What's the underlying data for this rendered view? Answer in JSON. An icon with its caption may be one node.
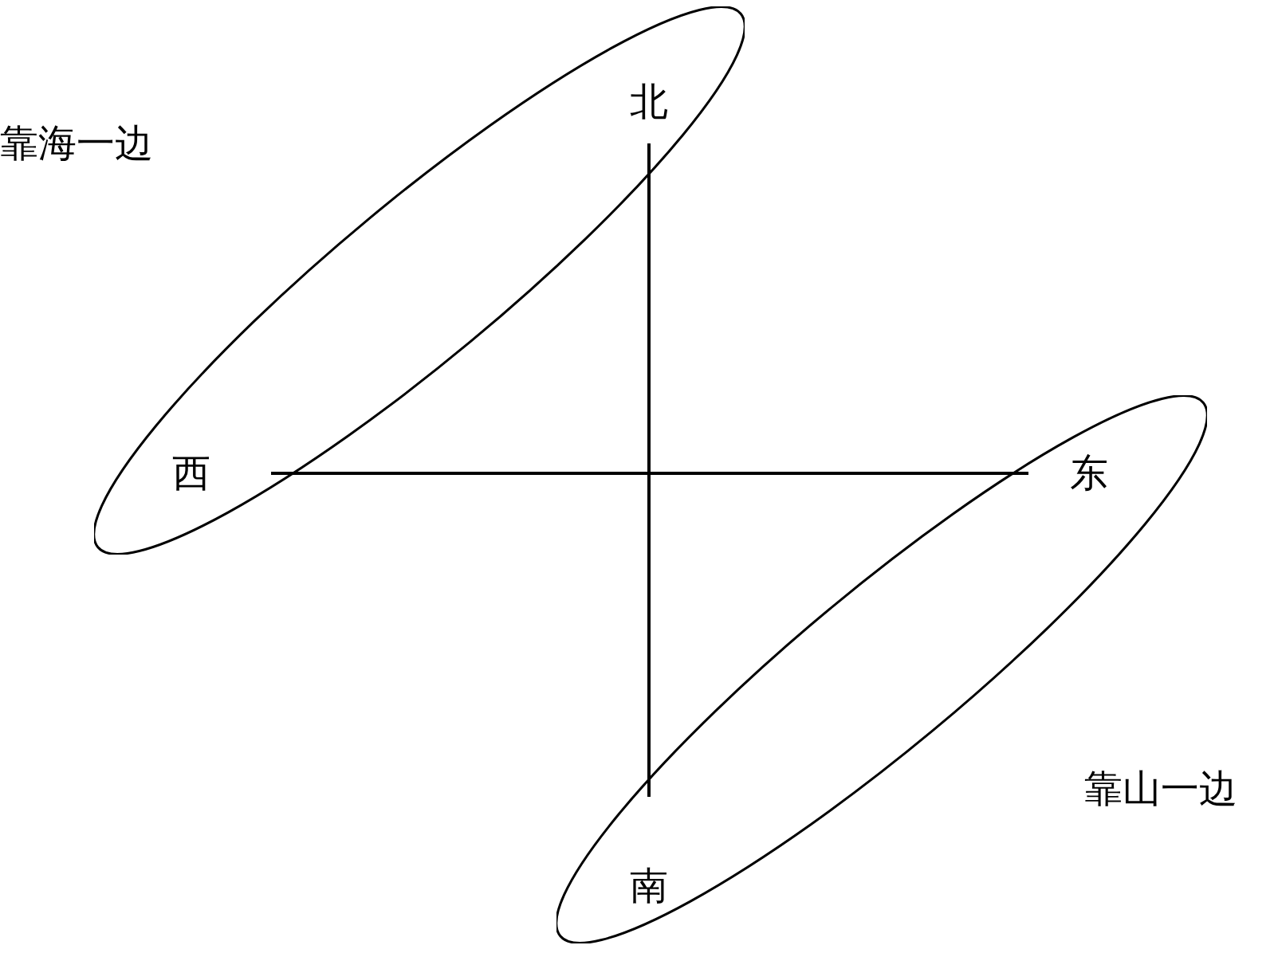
{
  "diagram": {
    "nodes": [
      {
        "text": [],
        "shape": "ellipse",
        "beside": [
          "靠海一边"
        ]
      },
      {
        "text": [
          "北"
        ],
        "in": 0
      },
      {
        "text": [
          "西"
        ],
        "in": 0
      },
      {
        "text": [],
        "shape": "ellipse",
        "beside": [
          "靠山一边"
        ]
      },
      {
        "text": [
          "东"
        ],
        "in": 3
      },
      {
        "text": [
          "南"
        ],
        "in": 3
      }
    ],
    "edges": [
      {
        "from": 2,
        "to": 4,
        "arrow": "none"
      },
      {
        "from": 1,
        "to": 5,
        "arrow": "none"
      }
    ]
  }
}
